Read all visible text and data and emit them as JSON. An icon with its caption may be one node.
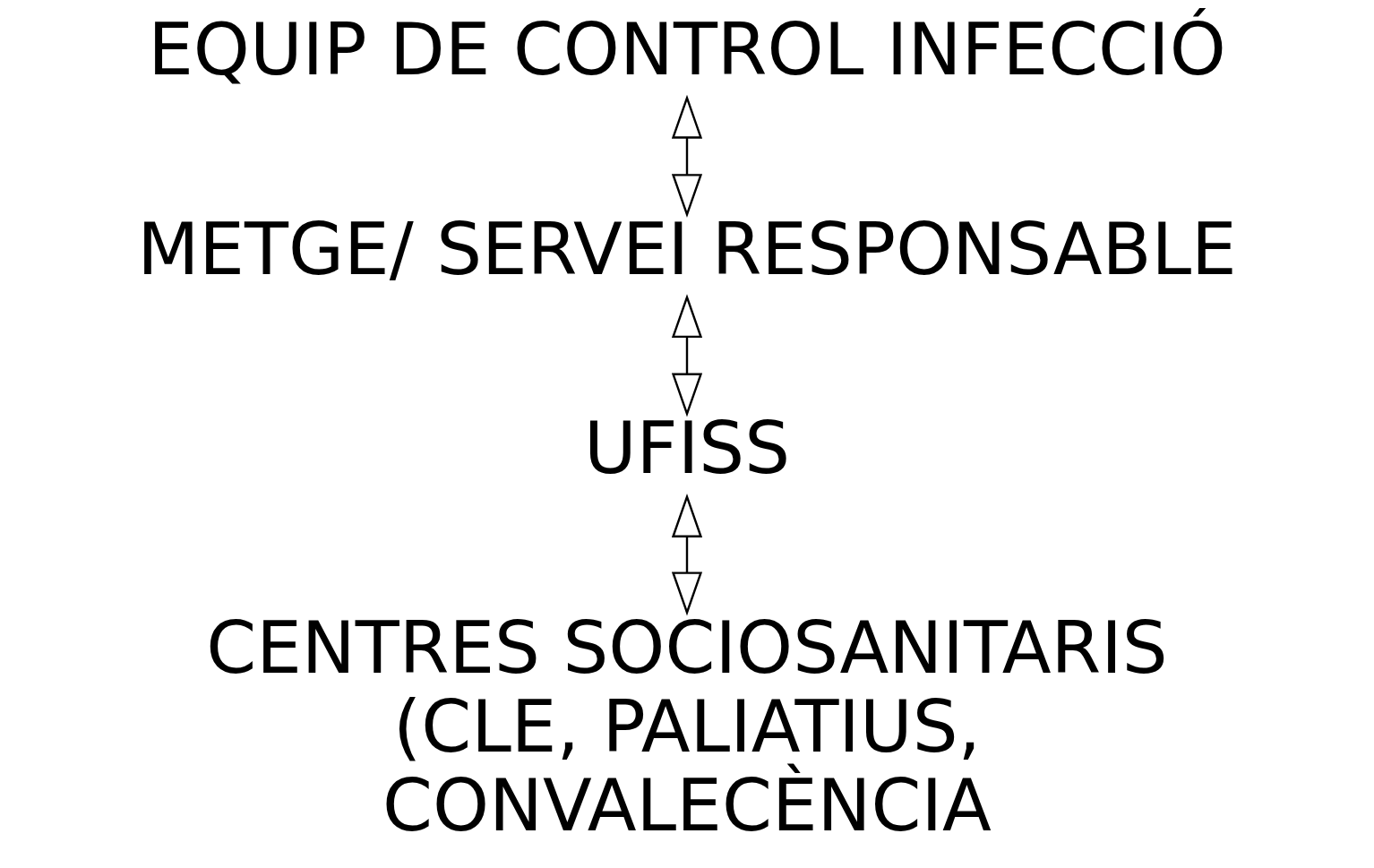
{
  "diagram": {
    "nodes": [
      {
        "text": [
          "EQUIP DE CONTROL INFECCIÓ"
        ]
      },
      {
        "text": [
          "METGE/ SERVEI RESPONSABLE"
        ]
      },
      {
        "text": [
          "UFISS"
        ]
      },
      {
        "text": [
          "CENTRES SOCIOSANITARIS (CLE, PALIATIUS, CONVALECÈNCIA"
        ]
      }
    ],
    "edges": [
      {
        "from": 0,
        "to": 1,
        "arrow": "both"
      },
      {
        "from": 1,
        "to": 2,
        "arrow": "both"
      },
      {
        "from": 2,
        "to": 3,
        "arrow": "both"
      }
    ]
  }
}
